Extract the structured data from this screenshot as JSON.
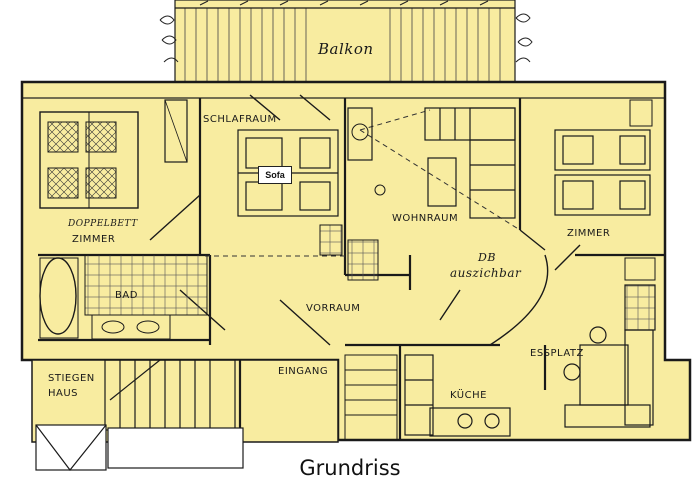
{
  "title": "Grundriss",
  "rooms": {
    "balkon": "Balkon",
    "schlafraum": "SCHLAFRAUM",
    "doppelzimmer_line1": "DOPPELBETT",
    "doppelzimmer_line2": "ZIMMER",
    "wohnraum": "WOHNRAUM",
    "zimmer": "ZIMMER",
    "bad": "BAD",
    "vorraum": "VORRAUM",
    "stiegenhaus_line1": "STIEGEN",
    "stiegenhaus_line2": "HAUS",
    "eingang": "EINGANG",
    "essplatz": "ESSPLATZ",
    "kueche": "KÜCHE"
  },
  "annotations": {
    "sofa": "Sofa",
    "db_line1": "DB",
    "db_line2": "auszichbar"
  },
  "colors": {
    "floor_fill": "#f8eca0",
    "wall": "#1a1a1a",
    "background": "#ffffff"
  }
}
